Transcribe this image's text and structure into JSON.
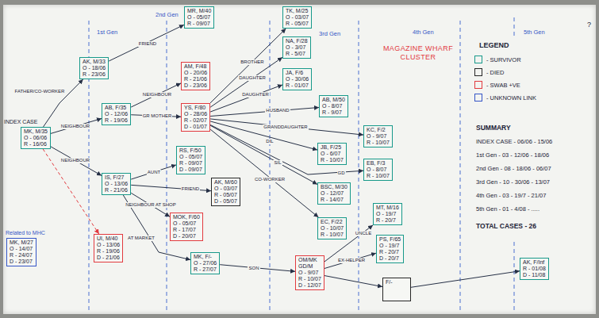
{
  "diagram": {
    "title": "MAGAZINE WHARF CLUSTER",
    "nodes": [
      {
        "text": [
          "INDEX CASE",
          "MK, M/35",
          "O - 06/06",
          "R - 16/06"
        ]
      },
      {
        "text": [
          "AK, M/33",
          "O - 18/06",
          "R - 23/06"
        ]
      },
      {
        "text": [
          "AB, F/35",
          "O - 12/06",
          "R - 19/06"
        ]
      },
      {
        "text": [
          "IS, F/27",
          "O - 13/06",
          "R - 21/06"
        ]
      },
      {
        "text": [
          "Related to MHC",
          "MK, M/27",
          "O - 14/07",
          "R - 24/07",
          "D - 23/07"
        ]
      },
      {
        "text": [
          "UI, M/40",
          "O - 13/06",
          "R - 19/06",
          "D - 21/06"
        ]
      },
      {
        "text": [
          "MR, M/40",
          "O - 05/07",
          "R - 09/07"
        ]
      },
      {
        "text": [
          "AM, F/48",
          "O - 20/06",
          "R - 21/06",
          "D - 23/06"
        ]
      },
      {
        "text": [
          "YS, F/80",
          "O - 28/06",
          "R - 02/07",
          "D - 01/07"
        ]
      },
      {
        "text": [
          "RS, F/50",
          "O - 05/07",
          "R - 09/07",
          "D - 09/07"
        ]
      },
      {
        "text": [
          "AK, M/60",
          "O - 03/07",
          "R - 05/07",
          "D - 05/07"
        ]
      },
      {
        "text": [
          "MOK, F/60",
          "O - 05/07",
          "R - 17/07",
          "D - 20/07"
        ]
      },
      {
        "text": [
          "MK, F/-",
          "O - 27/06",
          "R - 27/07"
        ]
      },
      {
        "text": [
          "TK, M/25",
          "O - 03/07",
          "R - 05/07"
        ]
      },
      {
        "text": [
          "NA, F/28",
          "O - 3/07",
          "R - 5/07"
        ]
      },
      {
        "text": [
          "JA, F/6",
          "O - 30/06",
          "R - 01/07"
        ]
      },
      {
        "text": [
          "AB, M/50",
          "O - 8/07",
          "R - 9/07"
        ]
      },
      {
        "text": [
          "KC, F/2",
          "O - 9/07",
          "R - 10/07"
        ]
      },
      {
        "text": [
          "JB, F/25",
          "O - 6/07",
          "R - 10/07"
        ]
      },
      {
        "text": [
          "EB, F/3",
          "O - 8/07",
          "R - 10/07"
        ]
      },
      {
        "text": [
          "BSC, M/30",
          "O - 12/07",
          "R - 14/07"
        ]
      },
      {
        "text": [
          "EC, F/22",
          "O - 10/07",
          "R - 10/07"
        ]
      },
      {
        "text": [
          "OM/MK",
          "GD/M",
          "O - 9/07",
          "R - 10/07",
          "D - 12/07"
        ]
      },
      {
        "text": [
          "MT, M/16",
          "O - 19/7",
          "R - 20/7"
        ]
      },
      {
        "text": [
          "PS, F/65",
          "O - 19/7",
          "R - 20/7",
          "D - 20/7"
        ]
      },
      {
        "text": [
          "F/-"
        ]
      },
      {
        "text": [
          "AK, F/Inf",
          "R - 01/08",
          "D - 11/08"
        ]
      }
    ],
    "edges": [
      {
        "from": 0,
        "to": 1,
        "arrow": "to",
        "label": "FATHER/CO-WORKER"
      },
      {
        "from": 0,
        "to": 2,
        "arrow": "to",
        "label": "NEIGHBOUR"
      },
      {
        "from": 0,
        "to": 3,
        "arrow": "to",
        "label": "NEIGHBOUR"
      },
      {
        "from": 0,
        "to": 5,
        "arrow": "to"
      },
      {
        "from": 1,
        "to": 6,
        "arrow": "to",
        "label": "FRIEND"
      },
      {
        "from": 2,
        "to": 7,
        "arrow": "to",
        "label": "NEIGHBOUR"
      },
      {
        "from": 2,
        "to": 8,
        "arrow": "to",
        "label": "GR MOTHER"
      },
      {
        "from": 3,
        "to": 9,
        "arrow": "to",
        "label": "AUNT"
      },
      {
        "from": 3,
        "to": 10,
        "arrow": "to",
        "label": "FRIEND"
      },
      {
        "from": 3,
        "to": 11,
        "arrow": "to",
        "label": "NEIGHBOUR AT SHOP"
      },
      {
        "from": 3,
        "to": 12,
        "arrow": "to",
        "label": "AT MARKET"
      },
      {
        "from": 8,
        "to": 13,
        "arrow": "to",
        "label": "BROTHER"
      },
      {
        "from": 8,
        "to": 14,
        "arrow": "to",
        "label": "DAUGHTER"
      },
      {
        "from": 8,
        "to": 15,
        "arrow": "to",
        "label": "DAUGHTER"
      },
      {
        "from": 8,
        "to": 16,
        "arrow": "to",
        "label": "HUSBAND"
      },
      {
        "from": 8,
        "to": 17,
        "arrow": "to",
        "label": "GRANDDAUGHTER"
      },
      {
        "from": 8,
        "to": 18,
        "arrow": "to",
        "label": "DIL"
      },
      {
        "from": 8,
        "to": 19,
        "arrow": "to",
        "label": "GD"
      },
      {
        "from": 8,
        "to": 20,
        "arrow": "to",
        "label": "SIL"
      },
      {
        "from": 8,
        "to": 21,
        "arrow": "to",
        "label": "CO-WORKER"
      },
      {
        "from": 12,
        "to": 22,
        "arrow": "to",
        "label": "SON"
      },
      {
        "from": 22,
        "to": 23,
        "arrow": "to",
        "label": "UNCLE"
      },
      {
        "from": 22,
        "to": 24,
        "arrow": "to",
        "label": "EX-HELPER"
      },
      {
        "from": 22,
        "to": 25,
        "arrow": "to"
      },
      {
        "from": 25,
        "to": 26,
        "arrow": "to"
      }
    ],
    "labels": [
      "1st Gen",
      "2nd Gen",
      "3rd Gen",
      "4th Gen",
      "5th Gen",
      "?",
      "LEGEND",
      "SUMMARY",
      "INDEX CASE - 06/06 - 15/06",
      "1st Gen - 03 - 12/06 - 18/06",
      "2nd Gen - 08 - 18/06 - 06/07",
      "3rd Gen - 10 - 30/06 - 13/07",
      "4th Gen - 03 - 19/7 - 21/07",
      "5th Gen - 01 - 4/08 - .....",
      "TOTAL CASES - 26"
    ],
    "legend": [
      {
        "text": "- SURVIVOR",
        "color": "#17998a"
      },
      {
        "text": "- DIED",
        "color": "#262626"
      },
      {
        "text": "- SWAB +VE",
        "color": "#e23a3f"
      },
      {
        "text": "- UNKNOWN LINK",
        "color": "#3454c6"
      }
    ]
  }
}
